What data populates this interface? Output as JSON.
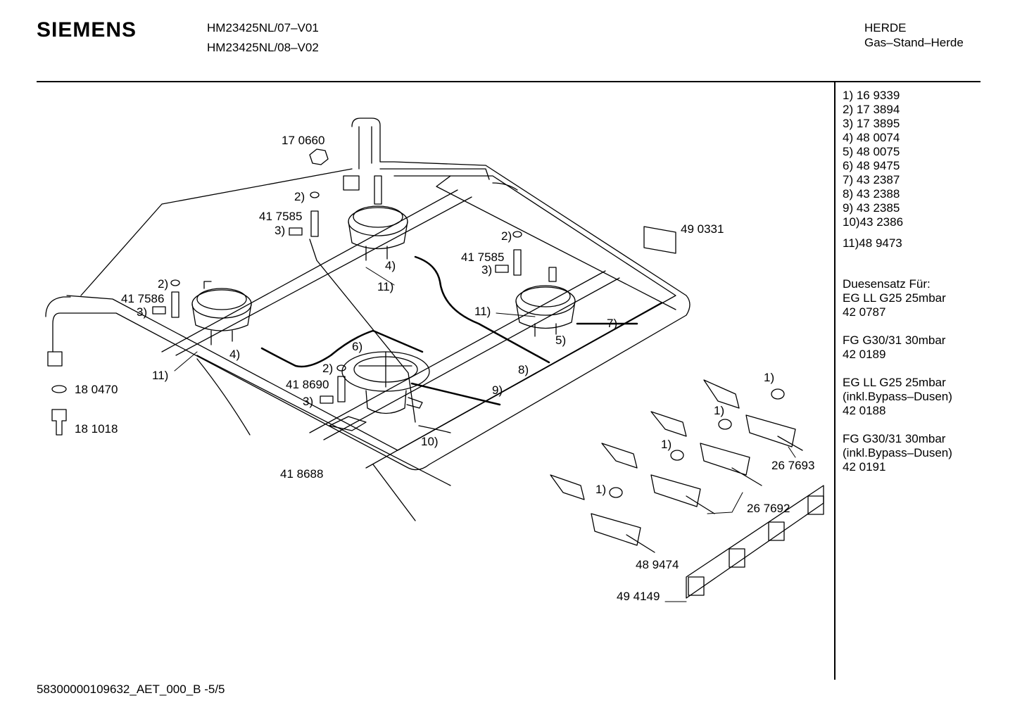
{
  "header": {
    "brand": "SIEMENS",
    "models": [
      "HM23425NL/07–V01",
      "HM23425NL/08–V02"
    ],
    "category": "HERDE",
    "subcategory": "Gas–Stand–Herde"
  },
  "parts_list": [
    "1) 16 9339",
    "2) 17 3894",
    "3) 17 3895",
    "4) 48 0074",
    "5) 48 0075",
    "6) 48 9475",
    "7) 43 2387",
    "8) 43 2388",
    "9) 43 2385",
    "10)43 2386",
    "11)48 9473"
  ],
  "nozzle_sets": {
    "heading": "Duesensatz Für:",
    "groups": [
      [
        "EG LL G25 25mbar",
        "42 0787"
      ],
      [
        "FG G30/31 30mbar",
        "42 0189"
      ],
      [
        "EG LL G25 25mbar",
        "(inkl.Bypass–Dusen)",
        "42 0188"
      ],
      [
        "FG G30/31 30mbar",
        "(inkl.Bypass–Dusen)",
        "42 0191"
      ]
    ]
  },
  "callouts": {
    "p170660": "17 0660",
    "p417585a": "41 7585",
    "p417585b": "41 7585",
    "p417586": "41 7586",
    "p490331": "49 0331",
    "p418690": "41 8690",
    "p418688": "41 8688",
    "p180470": "18 0470",
    "p181018": "18 1018",
    "p267693": "26 7693",
    "p267692": "26 7692",
    "p489474": "48 9474",
    "p494149": "49 4149",
    "r2a": "2)",
    "r3a": "3)",
    "r2b": "2)",
    "r3b": "3)",
    "r2c": "2)",
    "r3c": "3)",
    "r2d": "2)",
    "r3d": "3)",
    "r4a": "4)",
    "r4b": "4)",
    "r5": "5)",
    "r6": "6)",
    "r7": "7)",
    "r8": "8)",
    "r9": "9)",
    "r10": "10)",
    "r11a": "11)",
    "r11b": "11)",
    "r11c": "11)",
    "r1a": "1)",
    "r1b": "1)",
    "r1c": "1)",
    "r1d": "1)"
  },
  "footer": "58300000109632_AET_000_B  -5/5"
}
